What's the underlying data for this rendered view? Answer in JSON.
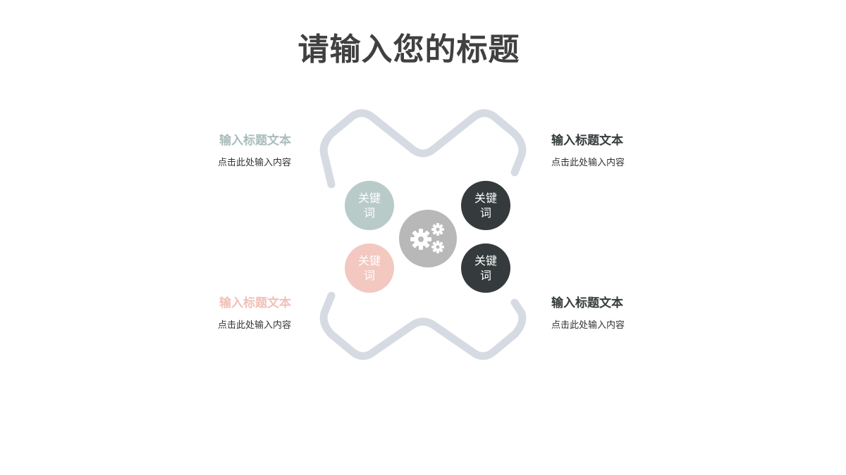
{
  "title": "请输入您的标题",
  "colors": {
    "outline": "#d6dbe3",
    "sage": "#b8cbc9",
    "pink": "#f2c8c0",
    "dark": "#353b3c",
    "hub": "#b8b8b8"
  },
  "blocks": {
    "top_left": {
      "title": "输入标题文本",
      "text": "点击此处输入内容",
      "color": "#a9bdbb"
    },
    "top_right": {
      "title": "输入标题文本",
      "text": "点击此处输入内容",
      "color": "#353b3c"
    },
    "bottom_left": {
      "title": "输入标题文本",
      "text": "点击此处输入内容",
      "color": "#f0c0b7"
    },
    "bottom_right": {
      "title": "输入标题文本",
      "text": "点击此处输入内容",
      "color": "#353b3c"
    }
  },
  "keywords": {
    "top_left": "关键词",
    "top_right": "关键词",
    "bottom_left": "关键词",
    "bottom_right": "关键词"
  },
  "hub_icon": "gears-icon"
}
